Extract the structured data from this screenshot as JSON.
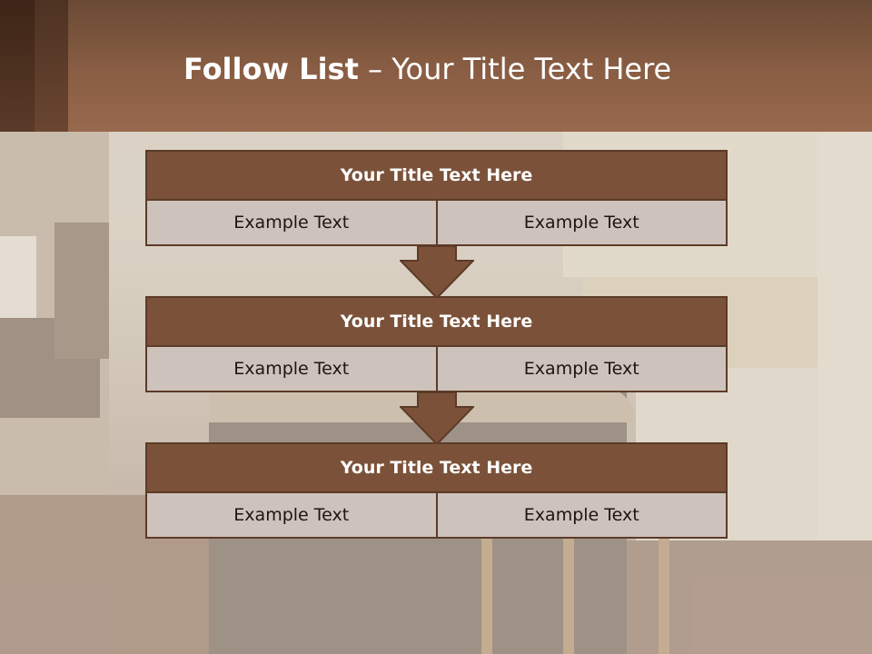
{
  "header": {
    "title_bold": "Follow List",
    "title_rest": "– Your Title Text Here"
  },
  "blocks": [
    {
      "title": "Your Title Text Here",
      "left": "Example Text",
      "right": "Example Text"
    },
    {
      "title": "Your Title Text Here",
      "left": "Example Text",
      "right": "Example Text"
    },
    {
      "title": "Your Title Text Here",
      "left": "Example Text",
      "right": "Example Text"
    }
  ],
  "colors": {
    "header_brown": "#8a5e44",
    "block_title_fill": "#7b5239",
    "cell_fill": "#cdc3bc",
    "border": "#5c3b28"
  }
}
